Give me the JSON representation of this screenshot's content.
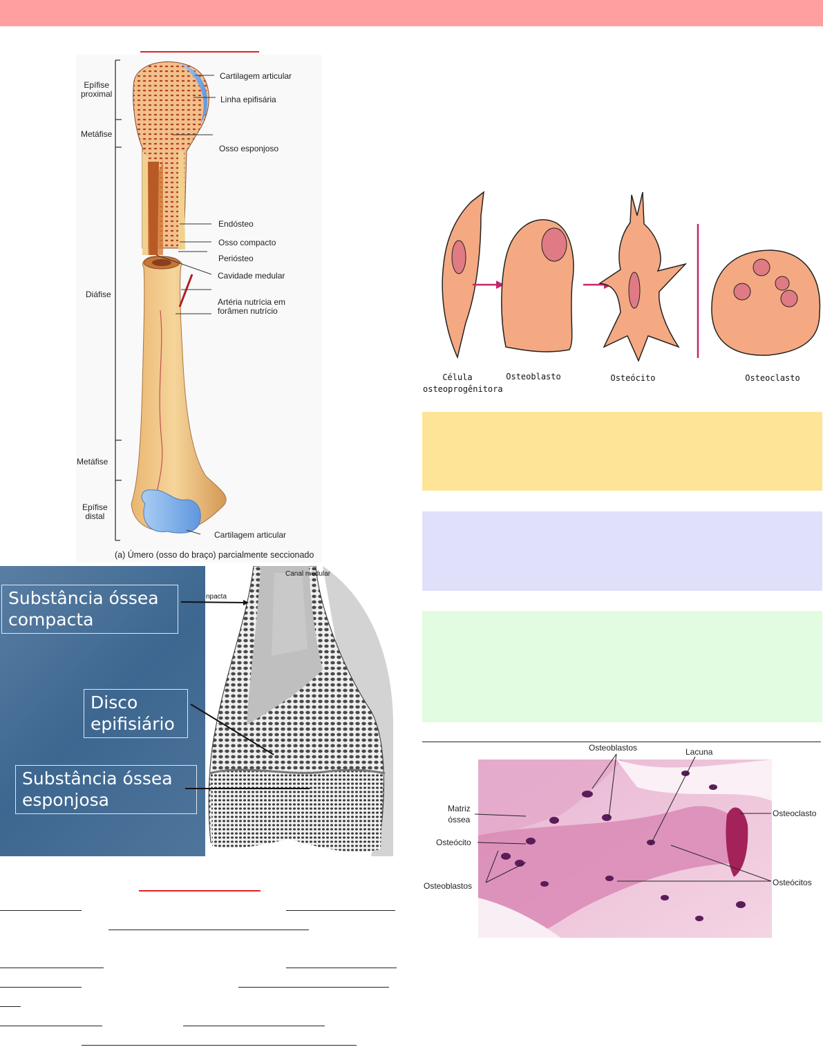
{
  "colors": {
    "header": "#ff9f9f",
    "yellow_box": "#fde497",
    "blue_box": "#e0e0fb",
    "green_box": "#e1fce0",
    "red_rule": "#e02020"
  },
  "humerus": {
    "left_labels": {
      "epifise_proximal": "Epífise\nproximal",
      "metafise_top": "Metáfise",
      "diafise": "Diáfise",
      "metafise_bottom": "Metáfise",
      "epifise_distal": "Epífise\ndistal"
    },
    "right_labels": {
      "cartilagem_top": "Cartilagem articular",
      "linha": "Linha epifisária",
      "esponjoso": "Osso esponjoso",
      "endosteo": "Endósteo",
      "compacto": "Osso compacto",
      "periosteo": "Periósteo",
      "cavidade": "Cavidade medular",
      "arteria": "Artéria nutrícia em\nforâmen nutrício",
      "cartilagem_bottom": "Cartilagem articular"
    },
    "caption": "(a) Úmero (osso do braço) parcialmente seccionado"
  },
  "bone_section": {
    "compacta": "Substância óssea\ncompacta",
    "disco": "Disco\nepifisiário",
    "esponjosa": "Substância óssea\nesponjosa",
    "canal": "Canal  medular",
    "npacta": "npacta"
  },
  "cells": {
    "progenitora": "Célula\nosteoprogênitora",
    "osteoblasto": "Osteoblasto",
    "osteocito": "Osteócito",
    "osteoclasto": "Osteoclasto"
  },
  "histology": {
    "osteoblastos_top": "Osteoblastos",
    "lacuna": "Lacuna",
    "matriz": "Matriz\nóssea",
    "osteoclasto": "Osteoclasto",
    "osteocito": "Osteócito",
    "osteocitos": "Osteócitos",
    "osteoblastos_bottom": "Osteoblastos"
  }
}
